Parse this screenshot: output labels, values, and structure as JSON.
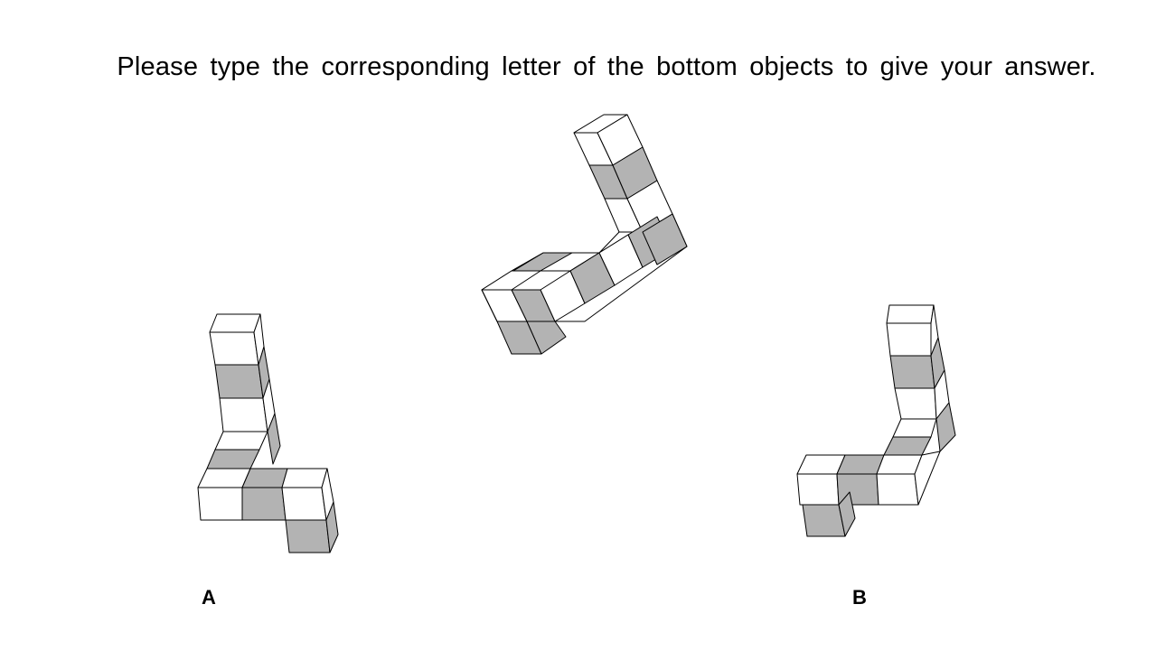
{
  "instruction": "Please type the corresponding letter of the bottom objects to give your answer.",
  "options": [
    {
      "letter": "A"
    },
    {
      "letter": "B"
    }
  ],
  "colors": {
    "cube_face": "#ffffff",
    "shaded_face": "#b3b3b3",
    "edge": "#000000"
  }
}
